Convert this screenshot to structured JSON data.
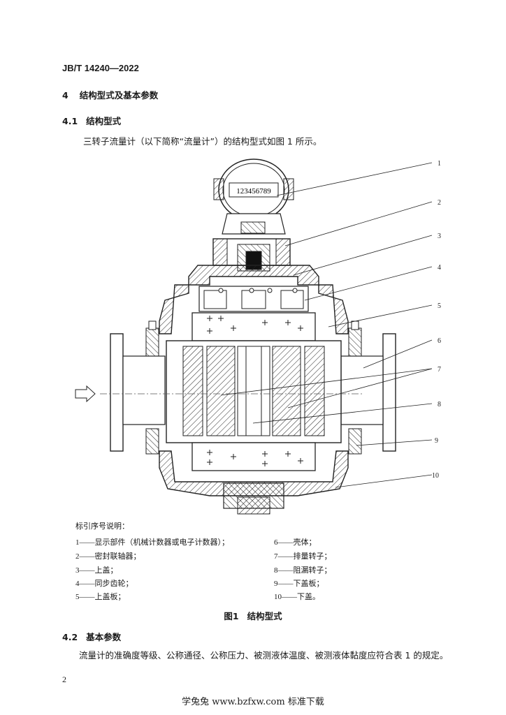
{
  "header": {
    "standard_code": "JB/T 14240—2022"
  },
  "section4": {
    "number": "4",
    "title": "结构型式及基本参数"
  },
  "section4_1": {
    "number": "4.1",
    "title": "结构型式",
    "text": "三转子流量计（以下简称“流量计”）的结构型式如图 1 所示。"
  },
  "figure": {
    "display_text": "123456789",
    "callouts": [
      "1",
      "2",
      "3",
      "4",
      "5",
      "6",
      "7",
      "8",
      "9",
      "10"
    ],
    "caption_number": "图1",
    "caption_title": "结构型式"
  },
  "legend": {
    "title": "标引序号说明：",
    "items": [
      {
        "no": "1——",
        "text": "显示部件（机械计数器或电子计数器）；"
      },
      {
        "no": "2——",
        "text": "密封联轴器；"
      },
      {
        "no": "3——",
        "text": "上盖；"
      },
      {
        "no": "4——",
        "text": "同步齿轮；"
      },
      {
        "no": "5——",
        "text": "上盖板；"
      },
      {
        "no": "6——",
        "text": "壳体；"
      },
      {
        "no": "7——",
        "text": "排量转子；"
      },
      {
        "no": "8——",
        "text": "阻漏转子；"
      },
      {
        "no": "9——",
        "text": "下盖板；"
      },
      {
        "no": "10——",
        "text": "下盖。"
      }
    ]
  },
  "section4_2": {
    "number": "4.2",
    "title": "基本参数",
    "text": "流量计的准确度等级、公称通径、公称压力、被测液体温度、被测液体黏度应符合表 1 的规定。"
  },
  "page_number": "2",
  "footer": {
    "text": "学兔兔 www.bzfxw.com 标准下载"
  }
}
